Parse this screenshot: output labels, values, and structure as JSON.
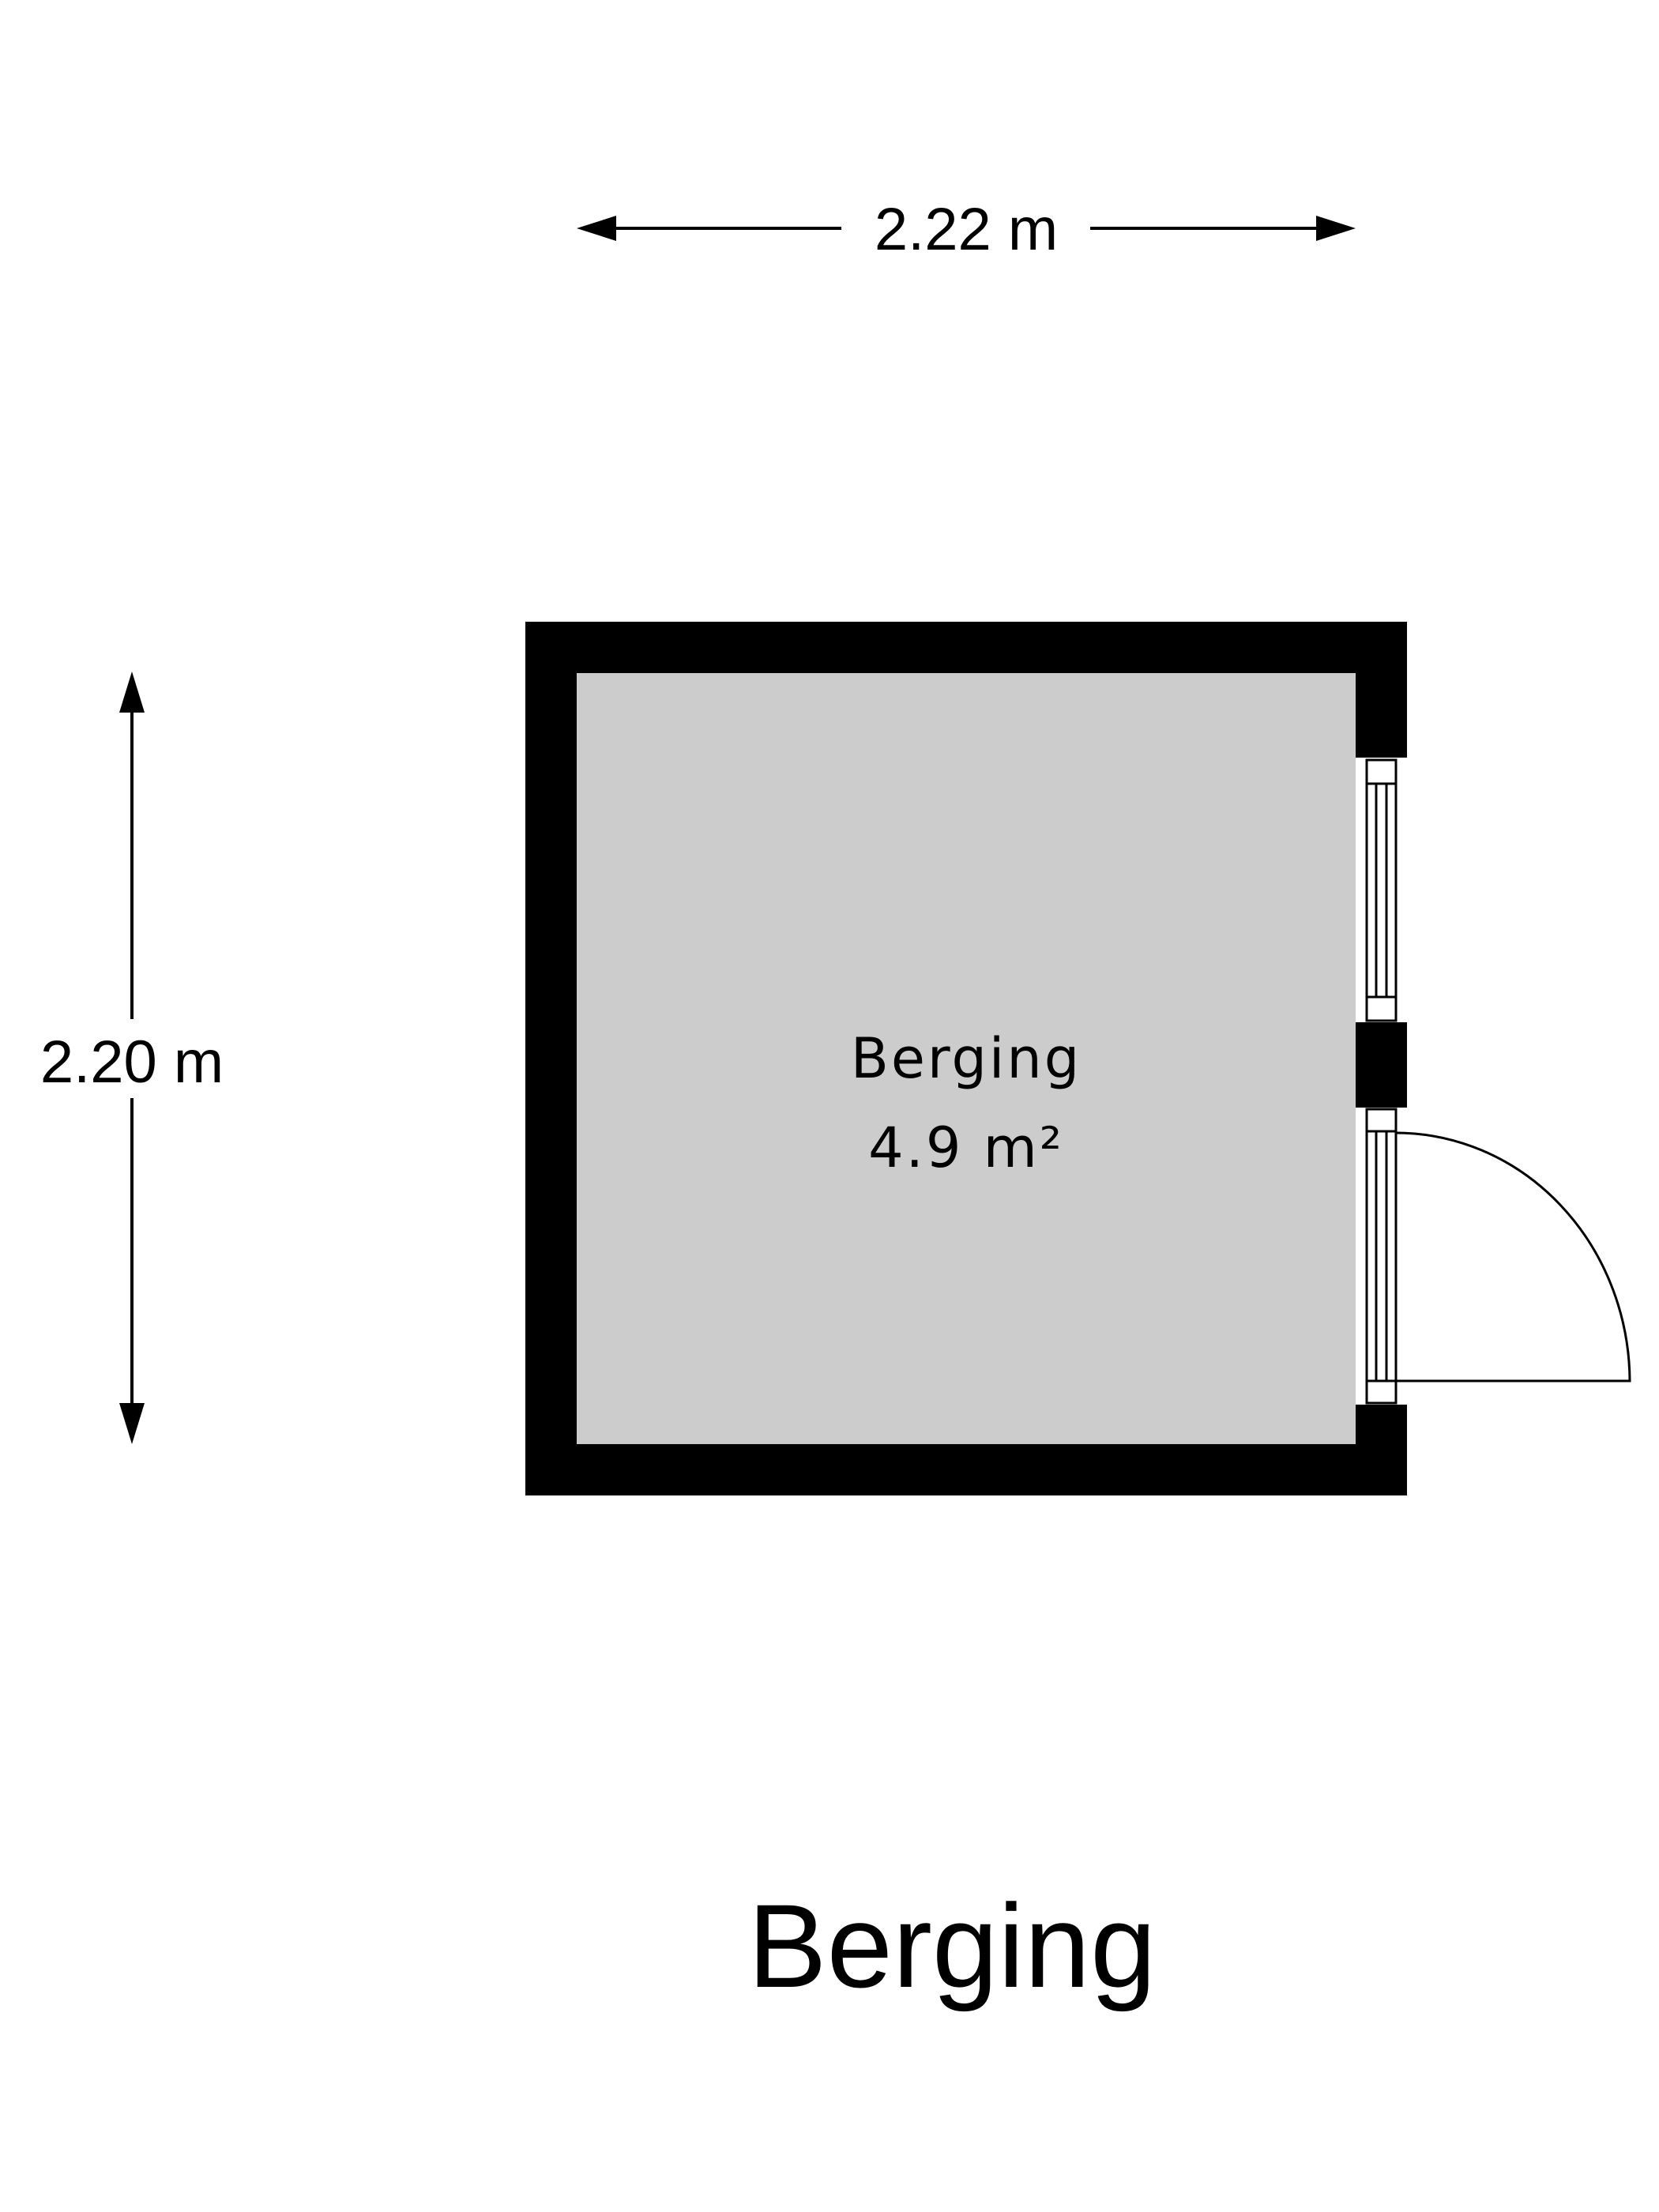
{
  "plan": {
    "title": "Berging"
  },
  "dimensions": {
    "width_label": "2.22 m",
    "height_label": "2.20 m"
  },
  "room": {
    "name": "Berging",
    "area": "4.9 m²"
  },
  "colors": {
    "wall": "#000000",
    "floor": "#cccccc",
    "background": "#ffffff",
    "line": "#000000"
  }
}
